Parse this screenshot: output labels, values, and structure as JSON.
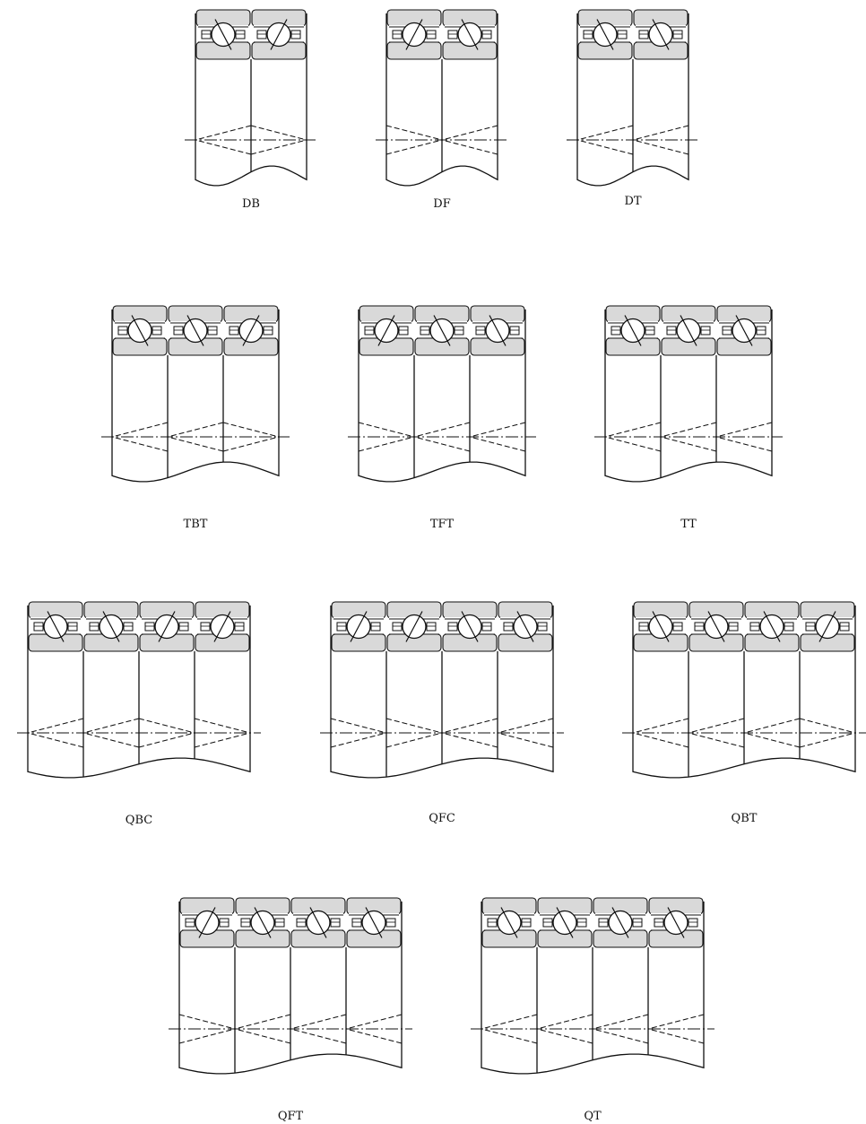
{
  "diagrams": [
    {
      "label": "DB",
      "directions": [
        "L",
        "R"
      ]
    },
    {
      "label": "DF",
      "directions": [
        "R",
        "L"
      ]
    },
    {
      "label": "DT",
      "directions": [
        "L",
        "L"
      ]
    },
    {
      "label": "TBT",
      "directions": [
        "L",
        "L",
        "R"
      ]
    },
    {
      "label": "TFT",
      "directions": [
        "R",
        "L",
        "L"
      ]
    },
    {
      "label": "TT",
      "directions": [
        "L",
        "L",
        "L"
      ]
    },
    {
      "label": "QBC",
      "directions": [
        "L",
        "L",
        "R",
        "R"
      ]
    },
    {
      "label": "QFC",
      "directions": [
        "R",
        "R",
        "L",
        "L"
      ]
    },
    {
      "label": "QBT",
      "directions": [
        "L",
        "L",
        "L",
        "R"
      ]
    },
    {
      "label": "QFT",
      "directions": [
        "R",
        "L",
        "L",
        "L"
      ]
    },
    {
      "label": "QT",
      "directions": [
        "L",
        "L",
        "L",
        "L"
      ]
    }
  ],
  "colors": {
    "stroke": "#111111",
    "ring_fill": "#d9d9d9",
    "ball_fill": "#ffffff"
  }
}
